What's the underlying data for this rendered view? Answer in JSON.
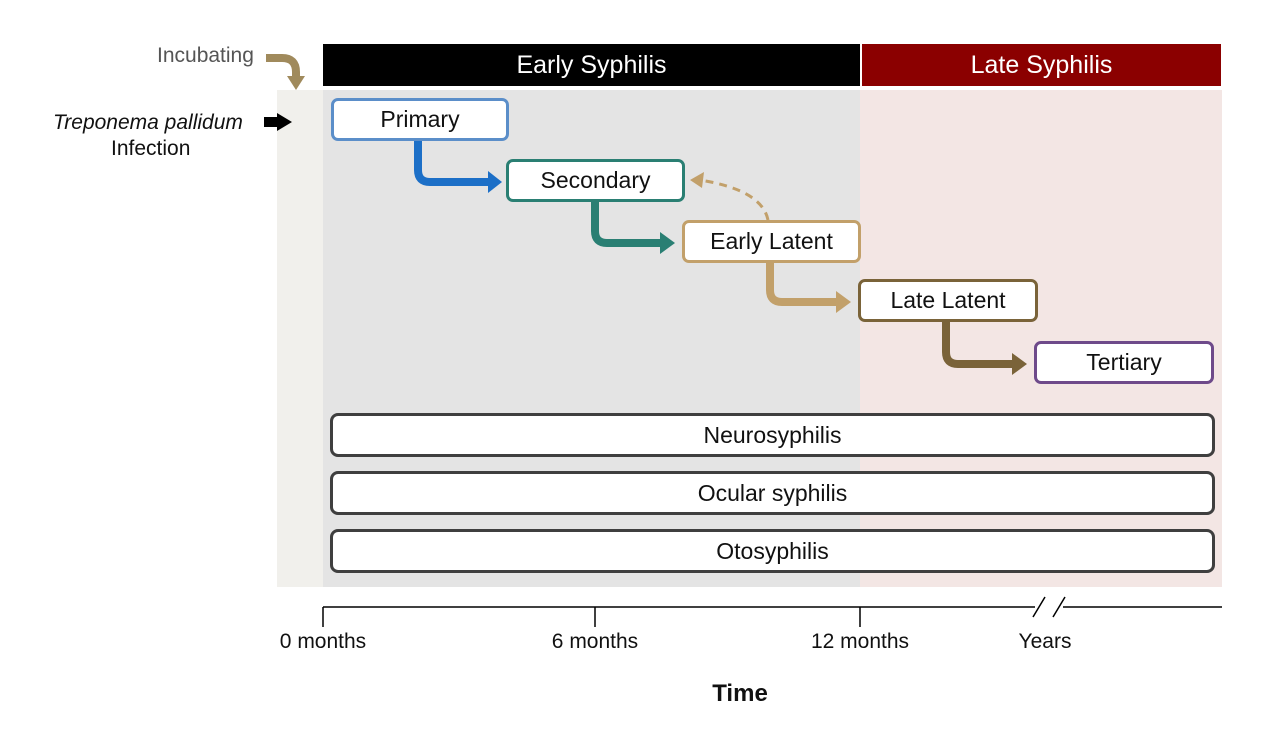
{
  "left_labels": {
    "incubating": "Incubating",
    "infection_italic": "Treponema pallidum",
    "infection": "Infection"
  },
  "headers": {
    "early": "Early Syphilis",
    "late": "Late Syphilis"
  },
  "stages": {
    "primary": "Primary",
    "secondary": "Secondary",
    "early_latent": "Early Latent",
    "late_latent": "Late Latent",
    "tertiary": "Tertiary"
  },
  "bars": {
    "neuro": "Neurosyphilis",
    "ocular": "Ocular syphilis",
    "oto": "Otosyphilis"
  },
  "axis": {
    "ticks": [
      "0 months",
      "6 months",
      "12 months",
      "Years"
    ],
    "title": "Time"
  },
  "colors": {
    "early_header": "#000000",
    "late_header": "#8b0000",
    "early_zone": "#e4e4e4",
    "late_zone": "#f3e6e4",
    "incubation_zone": "#f1f0ec",
    "primary": "#5b8ec9",
    "secondary": "#2a7f73",
    "early_latent": "#c2a06a",
    "late_latent": "#7a6339",
    "tertiary": "#6e4a8a",
    "bar_border": "#3f3f3f",
    "incubating_arrow": "#a08a5c"
  }
}
